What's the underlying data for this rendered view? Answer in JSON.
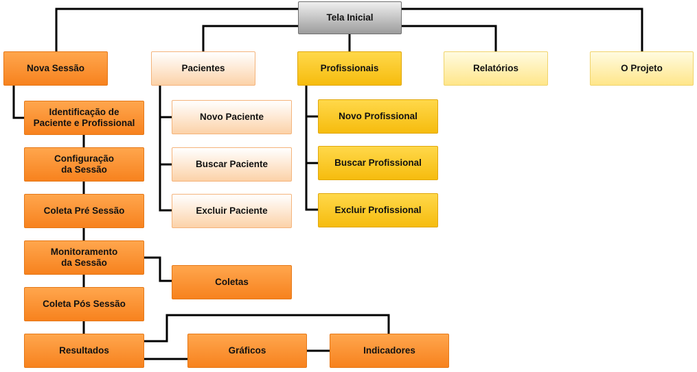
{
  "nodes": {
    "root": "Tela Inicial",
    "nova_sessao": "Nova Sessão",
    "pacientes": "Pacientes",
    "profissionais": "Profissionais",
    "relatorios": "Relatórios",
    "o_projeto": "O Projeto",
    "identificacao": "Identificação de\nPaciente e Profissional",
    "configuracao": "Configuração\nda Sessão",
    "coleta_pre": "Coleta Pré Sessão",
    "monitoramento": "Monitoramento\nda Sessão",
    "coleta_pos": "Coleta Pós Sessão",
    "resultados": "Resultados",
    "coletas": "Coletas",
    "graficos": "Gráficos",
    "indicadores": "Indicadores",
    "novo_paciente": "Novo Paciente",
    "buscar_paciente": "Buscar Paciente",
    "excluir_paciente": "Excluir Paciente",
    "novo_profissional": "Novo Profissional",
    "buscar_profissional": "Buscar Profissional",
    "excluir_profissional": "Excluir Profissional"
  },
  "colors": {
    "root": "#b5b5b5",
    "nova_sessao_branch": "#f7821e",
    "pacientes_branch": "#fcd2a8",
    "profissionais_branch": "#f6bc0e",
    "relatorios_branch": "#ffe68a",
    "connector": "#000000"
  }
}
